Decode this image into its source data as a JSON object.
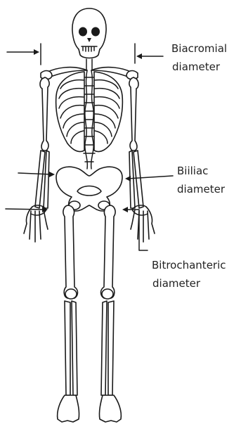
{
  "labels": {
    "biacromial": {
      "line1": "Biacromial",
      "line2": "diameter"
    },
    "biiliac": {
      "line1": "Biiliac",
      "line2": "diameter"
    },
    "bitrochanteric": {
      "line1": "Bitrochanteric",
      "line2": "diameter"
    }
  },
  "colors": {
    "ink": "#1a1a1a",
    "background": "#ffffff",
    "text": "#222222"
  }
}
